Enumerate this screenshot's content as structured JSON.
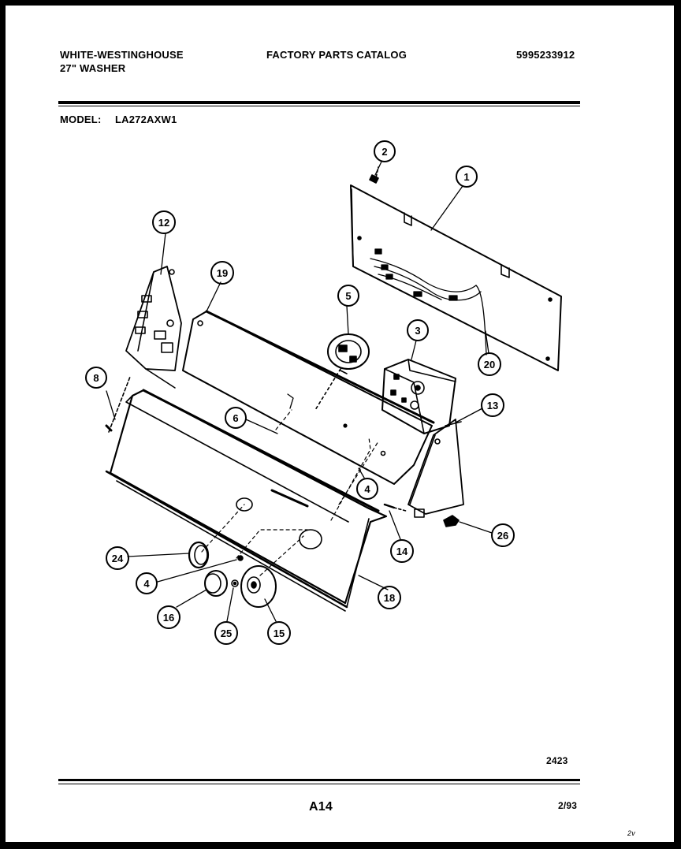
{
  "header": {
    "brand": "WHITE-WESTINGHOUSE",
    "product": "27\" WASHER",
    "catalog_title": "FACTORY PARTS CATALOG",
    "catalog_number": "5995233912",
    "model_label": "MODEL:",
    "model_value": "LA272AXW1"
  },
  "footer": {
    "drawing_number": "2423",
    "page_label": "A14",
    "date": "2/93",
    "corner_mark": "2v"
  },
  "callouts": [
    "1",
    "2",
    "3",
    "4",
    "4",
    "5",
    "6",
    "8",
    "12",
    "13",
    "14",
    "15",
    "16",
    "18",
    "19",
    "20",
    "24",
    "25",
    "26"
  ]
}
